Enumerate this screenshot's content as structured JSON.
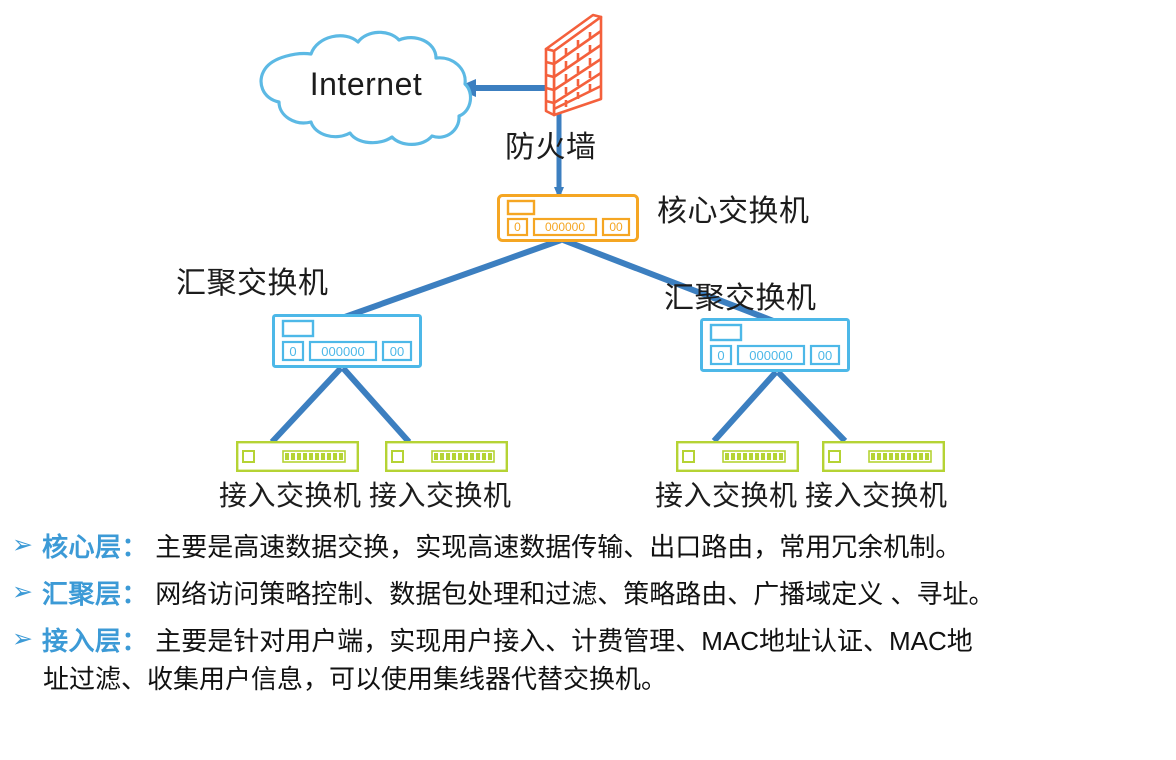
{
  "diagram": {
    "cloud": {
      "label": "Internet",
      "outline_color": "#5cb9e4"
    },
    "firewall": {
      "label": "防火墙",
      "icon": "brick-wall-icon",
      "color": "#f4603c"
    },
    "core": {
      "label": "核心交换机",
      "icon": "switch-icon",
      "color": "#f5a623",
      "ports_left": "0",
      "ports_mid": "000000",
      "ports_right": "00"
    },
    "distribution": [
      {
        "label": "汇聚交换机",
        "icon": "switch-icon",
        "color": "#4db8e8",
        "ports_left": "0",
        "ports_mid": "000000",
        "ports_right": "00"
      },
      {
        "label": "汇聚交换机",
        "icon": "switch-icon",
        "color": "#4db8e8",
        "ports_left": "0",
        "ports_mid": "000000",
        "ports_right": "00"
      }
    ],
    "access": [
      {
        "label": "接入交换机",
        "icon": "switch-icon",
        "color": "#b5d334"
      },
      {
        "label": "接入交换机",
        "icon": "switch-icon",
        "color": "#b5d334"
      },
      {
        "label": "接入交换机",
        "icon": "switch-icon",
        "color": "#b5d334"
      },
      {
        "label": "接入交换机",
        "icon": "switch-icon",
        "color": "#b5d334"
      }
    ],
    "link_color": "#3c7fc0"
  },
  "bullets": {
    "marker": "➢",
    "marker_color": "#3c9ad6",
    "items": [
      {
        "layer": "核心层：",
        "text": "主要是高速数据交换，实现高速数据传输、出口路由，常用冗余机制。",
        "continuation": ""
      },
      {
        "layer": "汇聚层：",
        "text": "网络访问策略控制、数据包处理和过滤、策略路由、广播域定义 、寻址。",
        "continuation": ""
      },
      {
        "layer": "接入层：",
        "text": "主要是针对用户端，实现用户接入、计费管理、MAC地址认证、MAC地",
        "continuation": "址过滤、收集用户信息，可以使用集线器代替交换机。"
      }
    ]
  }
}
